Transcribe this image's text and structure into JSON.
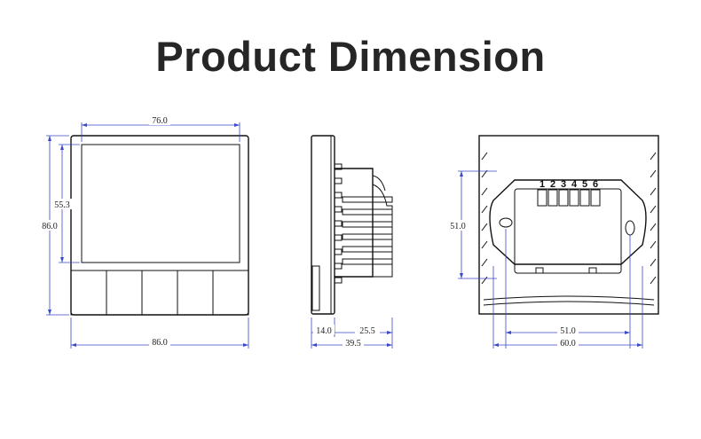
{
  "title": "Product Dimension",
  "front_view": {
    "top_width": "76.0",
    "screen_height": "55.3",
    "total_height": "86.0",
    "bottom_width": "86.0"
  },
  "side_view": {
    "front_depth": "14.0",
    "back_depth": "25.5",
    "total_depth": "39.5"
  },
  "back_view": {
    "pin_labels": [
      "1",
      "2",
      "3",
      "4",
      "5",
      "6"
    ],
    "height": "51.0",
    "hole_spacing": "51.0",
    "overall_width": "60.0"
  },
  "colors": {
    "dimension_line": "#3a49c8",
    "outline": "#111111",
    "title": "#262626"
  }
}
